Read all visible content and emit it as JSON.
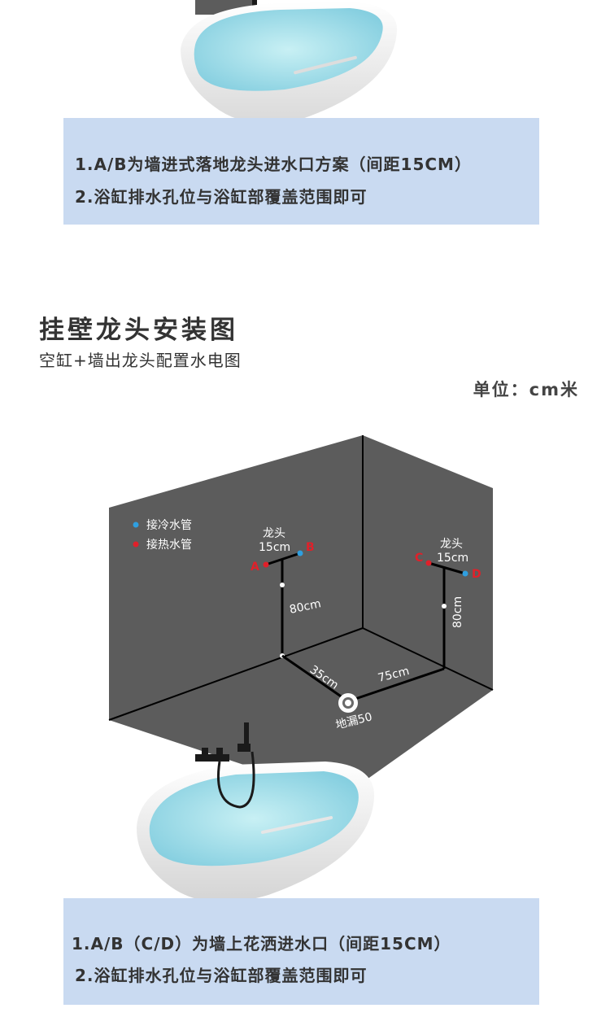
{
  "top_notes": {
    "line1": "1.A/B为墙进式落地龙头进水口方案（间距15CM）",
    "line2": "2.浴缸排水孔位与浴缸部覆盖范围即可"
  },
  "section": {
    "title": "挂壁龙头安装图",
    "subtitle": "空缸+墙出龙头配置水电图",
    "unit": "单位：cm米"
  },
  "legend": {
    "cold": "接冷水管",
    "hot": "接热水管"
  },
  "labels": {
    "faucet_left": "龙头",
    "spacing_left": "15cm",
    "point_a": "A",
    "point_b": "B",
    "height_left": "80cm",
    "faucet_right": "龙头",
    "spacing_right": "15cm",
    "point_c": "C",
    "point_d": "D",
    "height_right": "80cm",
    "dist_left": "35cm",
    "dist_right": "75cm",
    "drain": "地漏50"
  },
  "colors": {
    "wall": "#5c5c5c",
    "cold": "#2f9fe0",
    "hot": "#e0202a",
    "note_bg": "#c9daf1",
    "water": "#a9dfe8"
  },
  "bottom_notes": {
    "line1": "1.A/B（C/D）为墙上花洒进水口（间距15CM）",
    "line2": "2.浴缸排水孔位与浴缸部覆盖范围即可"
  }
}
